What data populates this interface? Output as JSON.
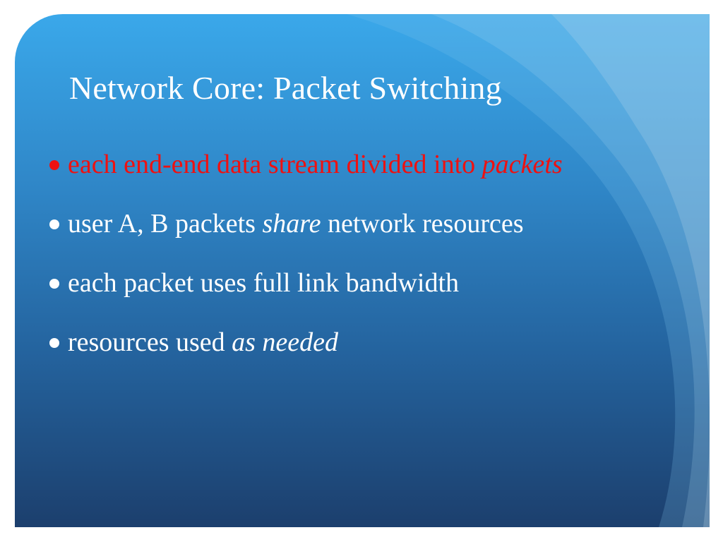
{
  "slide": {
    "title": "Network Core: Packet Switching",
    "colors": {
      "background_top": "#3aa8ea",
      "background_bottom": "#1c3f6d",
      "text": "#ffffff",
      "highlight": "#ee1111"
    },
    "bullets": [
      {
        "text": "each end-end data stream divided into ",
        "emphasis": "packets",
        "tail": ""
      },
      {
        "text": "user A, B packets ",
        "emphasis": "share",
        "tail": " network resources"
      },
      {
        "text": "each packet uses full link bandwidth",
        "emphasis": "",
        "tail": ""
      },
      {
        "text": "resources used ",
        "emphasis": "as needed",
        "tail": ""
      }
    ]
  }
}
